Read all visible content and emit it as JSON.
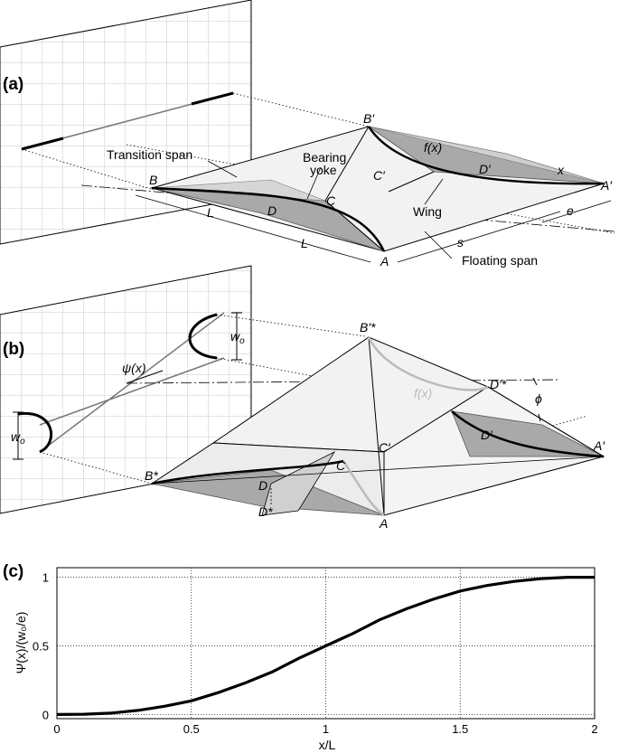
{
  "panel_a": {
    "tag": "(a)",
    "labels": {
      "transition_span": "Transition span",
      "bearing_yoke_1": "Bearing",
      "bearing_yoke_2": "yoke",
      "wing": "Wing",
      "floating_span": "Floating span",
      "B": "B",
      "Bp": "B′",
      "C": "C",
      "Cp": "C′",
      "D": "D",
      "Dp": "D′",
      "A": "A",
      "Ap": "A′",
      "L1": "L",
      "L2": "L",
      "s": "s",
      "e": "e",
      "fx": "f(x)",
      "x": "x"
    }
  },
  "panel_b": {
    "tag": "(b)",
    "labels": {
      "wo_top": "w",
      "wo_top_sub": "o",
      "wo_left": "w",
      "wo_left_sub": "o",
      "psi": "ψ(x)",
      "Bstar": "B*",
      "Bpstar": "B′*",
      "C": "C",
      "Cp": "C′",
      "D": "D",
      "Dstar": "D*",
      "Dp": "D′",
      "Dpstar": "D′*",
      "A": "A",
      "Ap": "A′",
      "fx": "f(x)",
      "phi": "ϕ"
    }
  },
  "chart_data": {
    "type": "line",
    "title": "(c)",
    "xlabel": "x/L",
    "ylabel": "Ψ(x)/(w₀/e)",
    "xlim": [
      0,
      2
    ],
    "ylim": [
      0,
      1
    ],
    "xticks": [
      "0",
      "0.5",
      "1",
      "1.5",
      "2"
    ],
    "yticks": [
      "0",
      "0.5",
      "1"
    ],
    "grid": true,
    "series": [
      {
        "x": [
          0,
          0.1,
          0.2,
          0.3,
          0.4,
          0.5,
          0.6,
          0.7,
          0.8,
          0.9,
          1.0,
          1.1,
          1.2,
          1.3,
          1.4,
          1.5,
          1.6,
          1.7,
          1.8,
          1.9,
          2.0
        ],
        "values": [
          0,
          0.002,
          0.01,
          0.03,
          0.06,
          0.1,
          0.16,
          0.23,
          0.31,
          0.41,
          0.5,
          0.59,
          0.69,
          0.77,
          0.84,
          0.9,
          0.94,
          0.97,
          0.99,
          1.0,
          1.0
        ]
      }
    ]
  }
}
